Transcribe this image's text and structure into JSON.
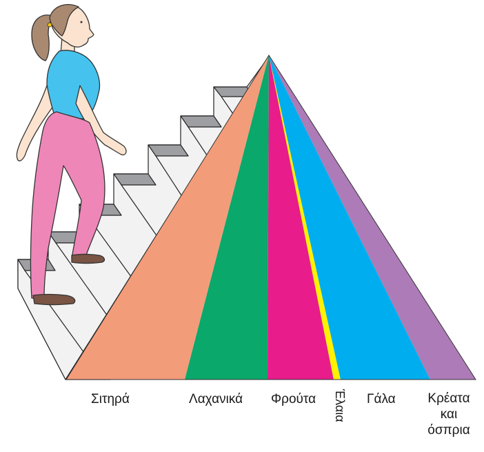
{
  "pyramid": {
    "segments": [
      {
        "key": "cereals",
        "label": "Σιτηρά",
        "color": "#f39c7a"
      },
      {
        "key": "vegetables",
        "label": "Λαχανικά",
        "color": "#0aa86b"
      },
      {
        "key": "fruits",
        "label": "Φρούτα",
        "color": "#e81c8b"
      },
      {
        "key": "oil",
        "label": "Έλαια",
        "color": "#fff200"
      },
      {
        "key": "milk",
        "label": "Γάλα",
        "color": "#00aeef"
      },
      {
        "key": "meat",
        "label_lines": [
          "Κρέατα",
          "και",
          "όσπρια"
        ],
        "color": "#ad7bb7"
      }
    ]
  },
  "colors": {
    "shirt": "#45c3ee",
    "pants": "#ee86b8",
    "skin": "#fbe3cf",
    "hair": "#a98970",
    "shoes": "#7a5444",
    "stair_top": "#f2f2f2",
    "stair_side": "#9d9fa3"
  },
  "figure": {
    "icon": "woman-walking-up-stairs-icon"
  }
}
